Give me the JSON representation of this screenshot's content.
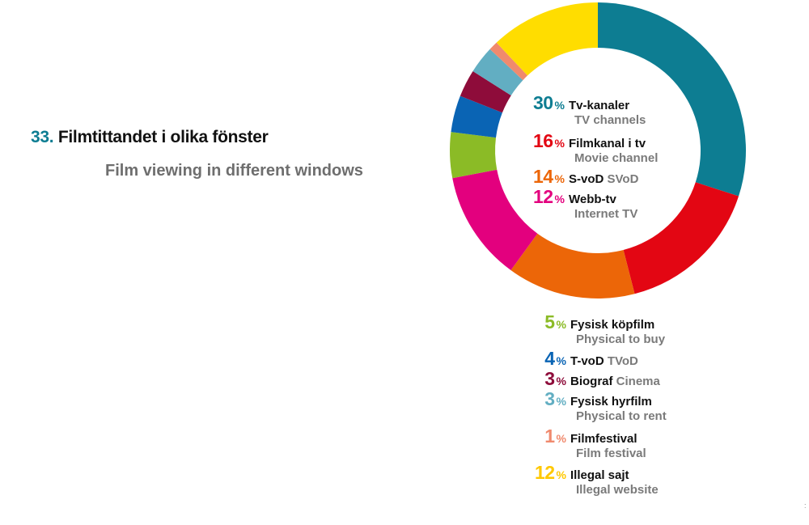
{
  "header": {
    "number": "33.",
    "title_sv": "Filmtittandet i olika fönster",
    "title_en": "Film viewing in different windows"
  },
  "chart_data": {
    "type": "pie",
    "subtype": "donut",
    "title": "33. Filmtittandet i olika fönster",
    "subtitle": "Film viewing in different windows",
    "unit": "%",
    "start_angle": "12 o'clock, clockwise",
    "categories": [
      "Tv-kanaler",
      "Filmkanal i tv",
      "S-voD",
      "Webb-tv",
      "Fysisk köpfilm",
      "T-voD",
      "Biograf",
      "Fysisk hyrfilm",
      "Filmfestival",
      "Illegal sajt"
    ],
    "categories_en": [
      "TV channels",
      "Movie channel",
      "SVoD",
      "Internet TV",
      "Physical to buy",
      "TVoD",
      "Cinema",
      "Physical to rent",
      "Film festival",
      "Illegal website"
    ],
    "values": [
      30,
      16,
      14,
      12,
      5,
      4,
      3,
      3,
      1,
      12
    ],
    "colors": [
      "#0d7d92",
      "#e30613",
      "#ec6608",
      "#e3007e",
      "#8bbb26",
      "#0a64b4",
      "#8e0c3a",
      "#62aec2",
      "#f08a6e",
      "#ffdd00"
    ]
  },
  "legend": [
    {
      "pct": "30",
      "sv": "Tv-kanaler",
      "en": "TV channels",
      "color": "#0d7d92",
      "inline": false
    },
    {
      "pct": "16",
      "sv": "Filmkanal i tv",
      "en": "Movie channel",
      "color": "#e30613",
      "inline": false
    },
    {
      "pct": "14",
      "sv": "S-voD",
      "en": "SVoD",
      "color": "#ec6608",
      "inline": true
    },
    {
      "pct": "12",
      "sv": "Webb-tv",
      "en": "Internet TV",
      "color": "#e3007e",
      "inline": false
    },
    {
      "pct": "5",
      "sv": "Fysisk köpfilm",
      "en": "Physical to buy",
      "color": "#8bbb26",
      "inline": false
    },
    {
      "pct": "4",
      "sv": "T-voD",
      "en": "TVoD",
      "color": "#0a64b4",
      "inline": true
    },
    {
      "pct": "3",
      "sv": "Biograf",
      "en": "Cinema",
      "color": "#8e0c3a",
      "inline": true
    },
    {
      "pct": "3",
      "sv": "Fysisk hyrfilm",
      "en": "Physical to rent",
      "color": "#62aec2",
      "inline": false
    },
    {
      "pct": "1",
      "sv": "Filmfestival",
      "en": "Film festival",
      "color": "#f08a6e",
      "inline": false
    },
    {
      "pct": "12",
      "sv": "Illegal sajt",
      "en": "Illegal website",
      "color": "#ffc800",
      "inline": false
    }
  ],
  "percent_sign": "%"
}
